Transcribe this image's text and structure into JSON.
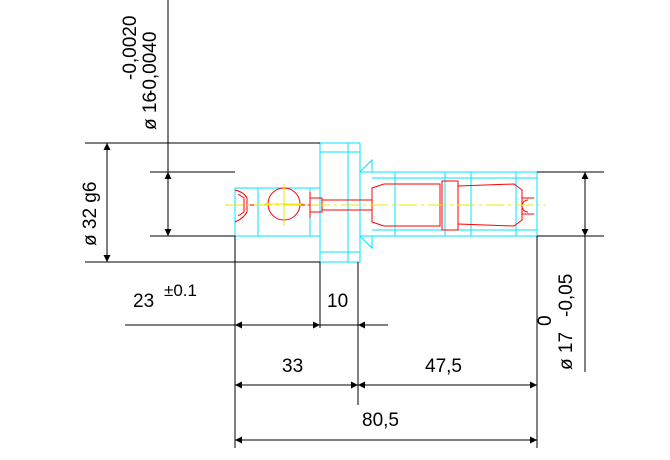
{
  "drawing": {
    "colors": {
      "background": "#ffffff",
      "dimension": "#000000",
      "outline": "#00e5ff",
      "detail": "#ff0000",
      "center": "#e8e800"
    },
    "labels": {
      "dia_32": "ø 32 g6",
      "dia_16": "ø 16",
      "dia_16_tol_upper": "-0,0020",
      "dia_16_tol_lower": "-0,0040",
      "dim_23": "23",
      "dim_23_tol": "±0.1",
      "dim_10": "10",
      "dia_17": "ø 17",
      "dia_17_tol_upper": "0",
      "dia_17_tol_lower": "-0,05",
      "dim_33": "33",
      "dim_47_5": "47,5",
      "dim_80_5": "80,5"
    }
  }
}
